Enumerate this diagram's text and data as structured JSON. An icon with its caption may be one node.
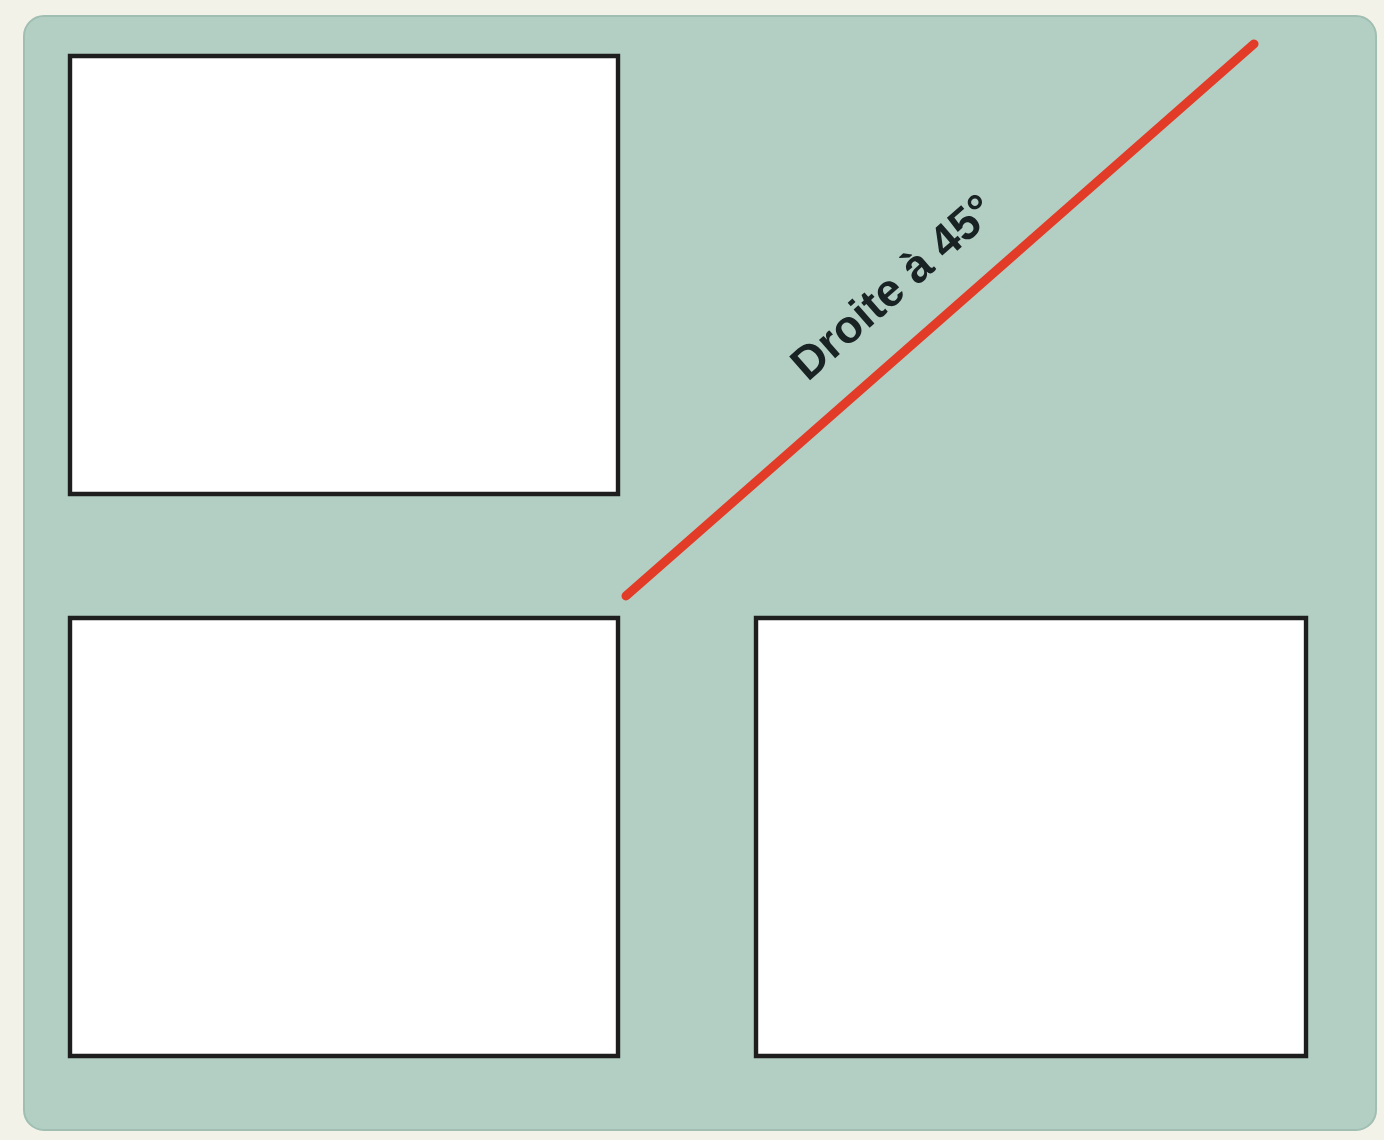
{
  "diagram": {
    "nodes": [
      {
        "text": [],
        "shape": "box"
      },
      {
        "text": [],
        "shape": "box",
        "in": 0
      },
      {
        "text": [],
        "shape": "box",
        "in": 0
      },
      {
        "text": [],
        "shape": "box",
        "in": 0
      }
    ],
    "labels": [
      "Droite à 45°"
    ]
  }
}
